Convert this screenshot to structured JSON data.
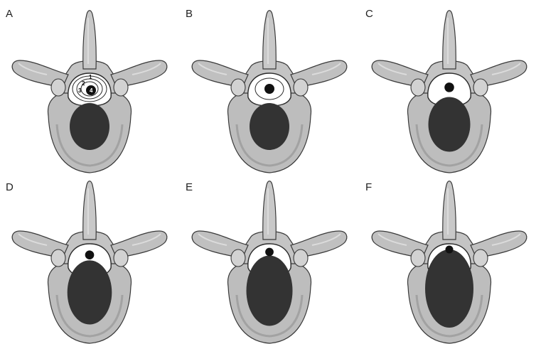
{
  "colors": {
    "bone_fill": "#bdbdbd",
    "bone_light": "#dcdcdc",
    "bone_shade": "#8f8f8f",
    "bone_outline": "#3a3a3a",
    "canal_fill": "#ffffff",
    "mass_fill": "#333333",
    "background": "#ffffff"
  },
  "panels": [
    {
      "letter": "A",
      "zone_labels": [
        "1",
        "2",
        "3",
        "4"
      ],
      "body_mass": 0.0,
      "canal_mass": 0.0
    },
    {
      "letter": "B",
      "zone_labels": [],
      "body_mass": 0.0,
      "canal_mass": 0.0
    },
    {
      "letter": "C",
      "zone_labels": [],
      "body_mass": 0.25,
      "canal_mass": 0.15
    },
    {
      "letter": "D",
      "zone_labels": [],
      "body_mass": 0.55,
      "canal_mass": 0.45
    },
    {
      "letter": "E",
      "zone_labels": [],
      "body_mass": 0.75,
      "canal_mass": 0.75
    },
    {
      "letter": "F",
      "zone_labels": [],
      "body_mass": 1.0,
      "canal_mass": 1.0
    }
  ]
}
